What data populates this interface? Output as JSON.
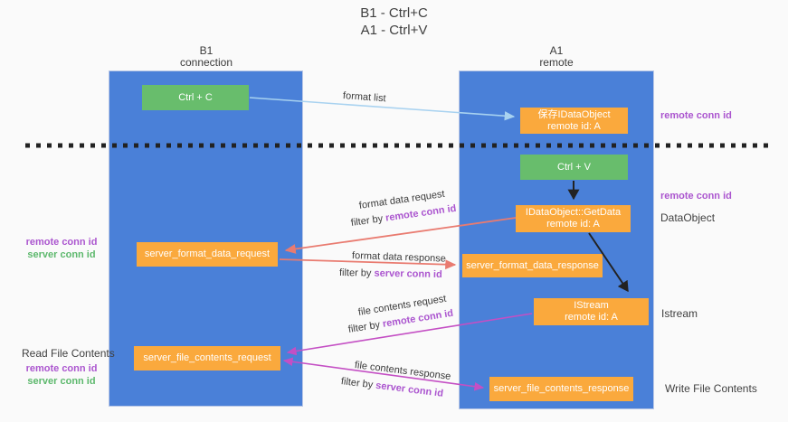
{
  "title": {
    "line1": "B1 - Ctrl+C",
    "line2": "A1 - Ctrl+V"
  },
  "columns": {
    "left": {
      "name": "B1",
      "subtitle": "connection"
    },
    "right": {
      "name": "A1",
      "subtitle": "remote"
    }
  },
  "boxes": {
    "ctrl_c": {
      "label": "Ctrl + C"
    },
    "save_dataobject": {
      "line1": "保存IDataObject",
      "line2": "remote id: A"
    },
    "ctrl_v": {
      "label": "Ctrl + V"
    },
    "getdata": {
      "line1": "IDataObject::GetData",
      "line2": "remote id: A"
    },
    "istream": {
      "line1": "IStream",
      "line2": "remote id: A"
    },
    "server_format_data_request": {
      "label": "server_format_data_request"
    },
    "server_format_data_response": {
      "label": "server_format_data_response"
    },
    "server_file_contents_request": {
      "label": "server_file_contents_request"
    },
    "server_file_contents_response": {
      "label": "server_file_contents_response"
    }
  },
  "flow_labels": {
    "format_list": "format list",
    "format_data_request": "format data request",
    "format_data_response": "format data response",
    "file_contents_request": "file contents request",
    "file_contents_response": "file contents response",
    "filter_by": "filter by",
    "remote_conn_id": "remote conn id",
    "server_conn_id": "server conn id"
  },
  "side_labels": {
    "remote_conn_id_top": "remote conn id",
    "remote_conn_id_mid": "remote conn id",
    "dataobject": "DataObject",
    "istream": "Istream",
    "write_file_contents": "Write File Contents",
    "read_file_contents": "Read File Contents",
    "left_group1": {
      "remote": "remote conn id",
      "server": "server conn id"
    },
    "left_group2": {
      "remote": "remote conn id",
      "server": "server conn id"
    }
  },
  "colors": {
    "column_blue": "#4a80d8",
    "box_green": "#68bd6c",
    "box_orange": "#faa93d",
    "arrow_salmon": "#e97b70",
    "arrow_magenta": "#c44fc4",
    "arrow_lightblue": "#a8d2f0",
    "arrow_black": "#222222",
    "text_purple": "#ab55cf",
    "text_green": "#5cb86c"
  }
}
